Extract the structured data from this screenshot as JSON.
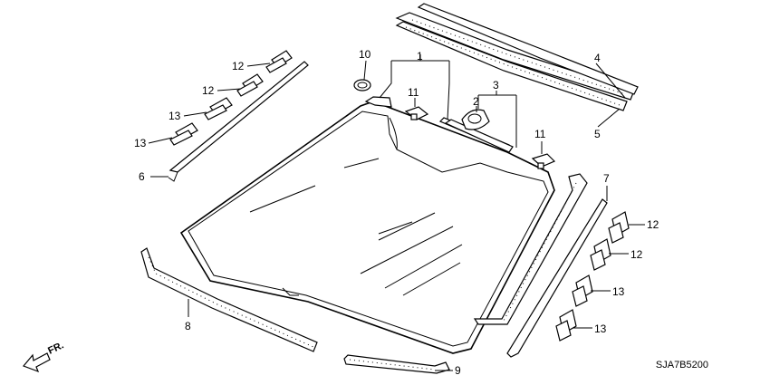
{
  "diagram": {
    "drawing_code": "SJA7B5200",
    "direction_label": "FR.",
    "callouts": {
      "c1": "1",
      "c2": "2",
      "c3": "3",
      "c4": "4",
      "c5": "5",
      "c6": "6",
      "c7": "7",
      "c8": "8",
      "c9": "9",
      "c10": "10",
      "c11a": "11",
      "c11b": "11",
      "c12a": "12",
      "c12b": "12",
      "c12c": "12",
      "c12d": "12",
      "c13a": "13",
      "c13b": "13",
      "c13c": "13",
      "c13d": "13"
    },
    "colors": {
      "line": "#000000",
      "background": "#ffffff"
    }
  }
}
